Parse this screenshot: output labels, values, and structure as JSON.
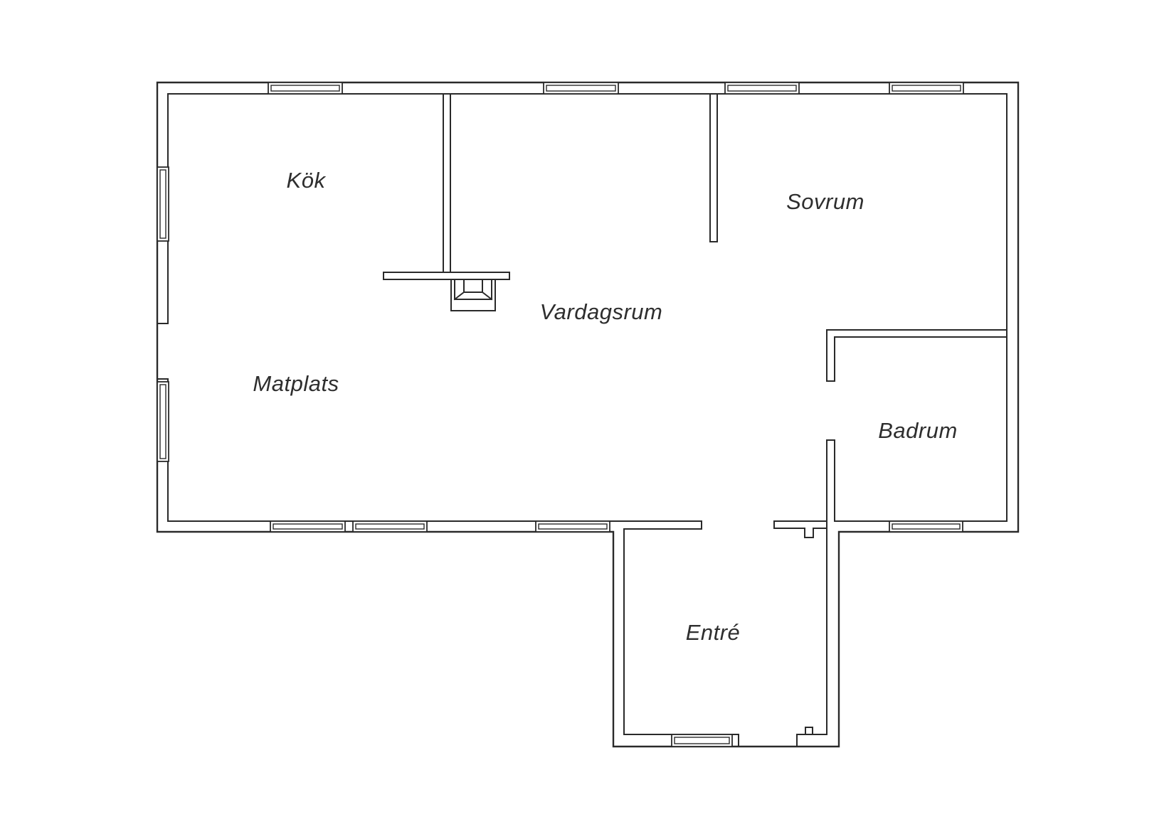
{
  "canvas": {
    "background_color": "#ffffff",
    "line_color": "#2a2a2a",
    "text_color": "#2e2e2e"
  },
  "floor_plan": {
    "type": "apartment-floor-plan",
    "rooms": [
      {
        "id": "kok",
        "label": "Kök"
      },
      {
        "id": "sovrum",
        "label": "Sovrum"
      },
      {
        "id": "vardagsrum",
        "label": "Vardagsrum"
      },
      {
        "id": "matplats",
        "label": "Matplats"
      },
      {
        "id": "badrum",
        "label": "Badrum"
      },
      {
        "id": "entre",
        "label": "Entré"
      }
    ]
  }
}
